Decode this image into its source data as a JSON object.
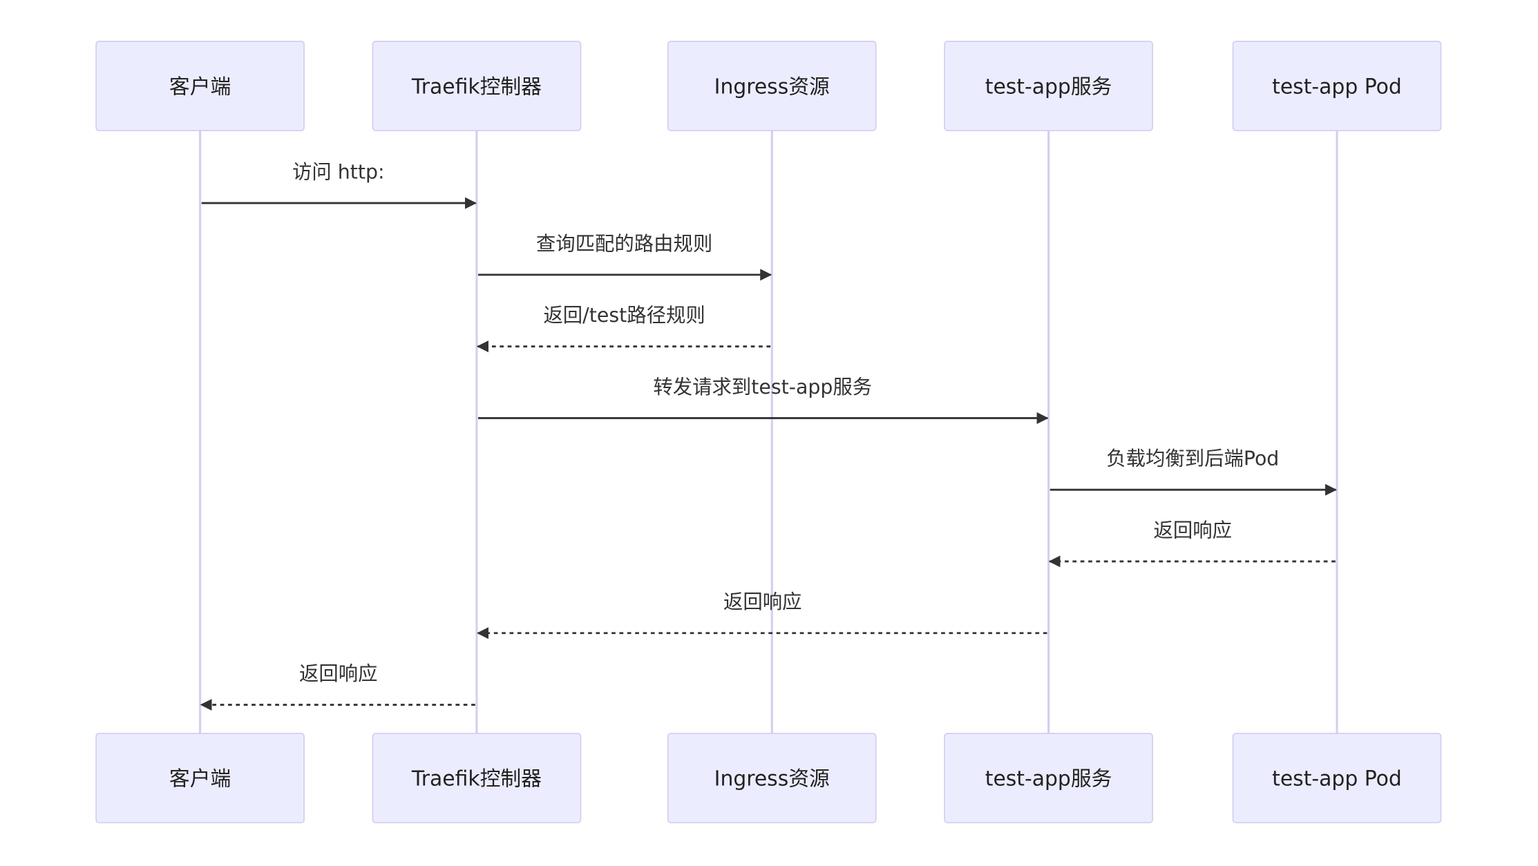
{
  "diagram": {
    "type": "sequence",
    "colors": {
      "actor_fill": "#ECECFF",
      "actor_stroke": "#D4CCF2",
      "lifeline": "#D8CCF0",
      "message": "#333333"
    },
    "actors": [
      {
        "id": "client",
        "label": "客户端"
      },
      {
        "id": "traefik",
        "label": "Traefik控制器"
      },
      {
        "id": "ingress",
        "label": "Ingress资源"
      },
      {
        "id": "svc",
        "label": "test-app服务"
      },
      {
        "id": "pod",
        "label": "test-app Pod"
      }
    ],
    "messages": [
      {
        "from": 0,
        "to": 1,
        "label": "访问 http:",
        "style": "solid"
      },
      {
        "from": 1,
        "to": 2,
        "label": "查询匹配的路由规则",
        "style": "solid"
      },
      {
        "from": 2,
        "to": 1,
        "label": "返回/test路径规则",
        "style": "dashed"
      },
      {
        "from": 1,
        "to": 3,
        "label": "转发请求到test-app服务",
        "style": "solid"
      },
      {
        "from": 3,
        "to": 4,
        "label": "负载均衡到后端Pod",
        "style": "solid"
      },
      {
        "from": 4,
        "to": 3,
        "label": "返回响应",
        "style": "dashed"
      },
      {
        "from": 3,
        "to": 1,
        "label": "返回响应",
        "style": "dashed"
      },
      {
        "from": 1,
        "to": 0,
        "label": "返回响应",
        "style": "dashed"
      }
    ]
  }
}
